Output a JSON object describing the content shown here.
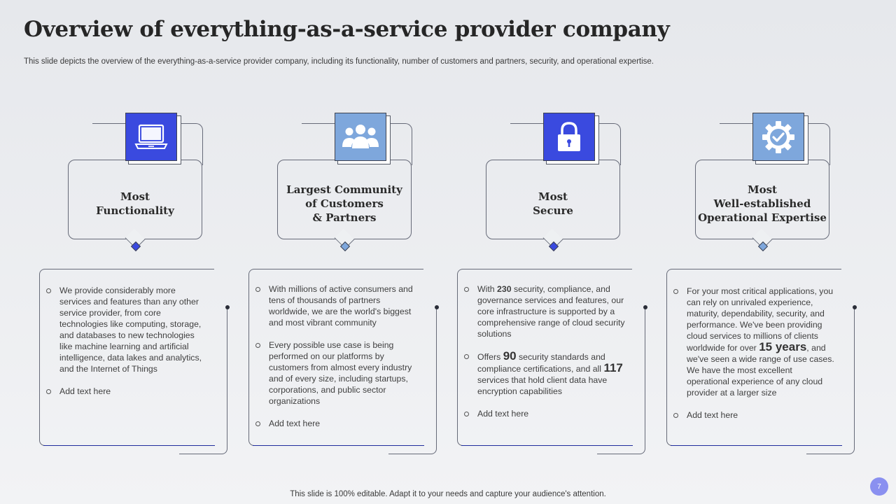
{
  "title": "Overview of everything-as-a-service provider company",
  "subtitle": "This slide depicts the overview of the everything-as-a-service provider company, including its functionality, number of customers and partners, security, and operational expertise.",
  "colors": {
    "accent_dark": "#3a4adf",
    "accent_light": "#7ea7dc",
    "outline": "#666a78",
    "page_badge": "#8a90f0"
  },
  "cards": [
    {
      "icon": "laptop-icon",
      "title_lines": [
        "Most",
        "Functionality"
      ],
      "bullets": [
        [
          "We provide considerably more services and features than any other service provider, from core technologies like computing, storage, and databases to new technologies like machine learning and artificial intelligence, data lakes and analytics, and the Internet of Things"
        ],
        [
          "Add text here"
        ]
      ]
    },
    {
      "icon": "users-icon",
      "title_lines": [
        "Largest Community",
        "of Customers",
        "& Partners"
      ],
      "bullets": [
        [
          "With millions of active consumers and tens of thousands of partners worldwide, we are the world's biggest and most vibrant community"
        ],
        [
          "Every possible use case is being performed on our platforms by customers from almost every industry and of every size, including startups, corporations, and public sector organizations"
        ],
        [
          "Add text here"
        ]
      ]
    },
    {
      "icon": "lock-icon",
      "title_lines": [
        "Most",
        "Secure"
      ],
      "bullets": [
        [
          "With ",
          "230",
          " security, compliance, and governance services and features, our core infrastructure is supported by a comprehensive range of cloud security solutions"
        ],
        [
          "Offers ",
          "90",
          " security standards and compliance certifications, and all ",
          "117",
          " services that hold client data have encryption capabilities"
        ],
        [
          "Add text here"
        ]
      ]
    },
    {
      "icon": "gear-check-icon",
      "title_lines": [
        "Most",
        "Well-established",
        "Operational Expertise"
      ],
      "bullets": [
        [
          "For your most critical applications, you can rely on unrivaled experience, maturity, dependability, security, and performance. We've been providing cloud services to millions of clients worldwide for over ",
          "15 years",
          ", and we've seen a wide range of use cases. We have the most excellent operational experience of any cloud provider at a larger size"
        ],
        [
          "Add text here"
        ]
      ]
    }
  ],
  "footer": "This slide is 100% editable. Adapt it to your needs and capture your audience's attention.",
  "page_number": "7"
}
